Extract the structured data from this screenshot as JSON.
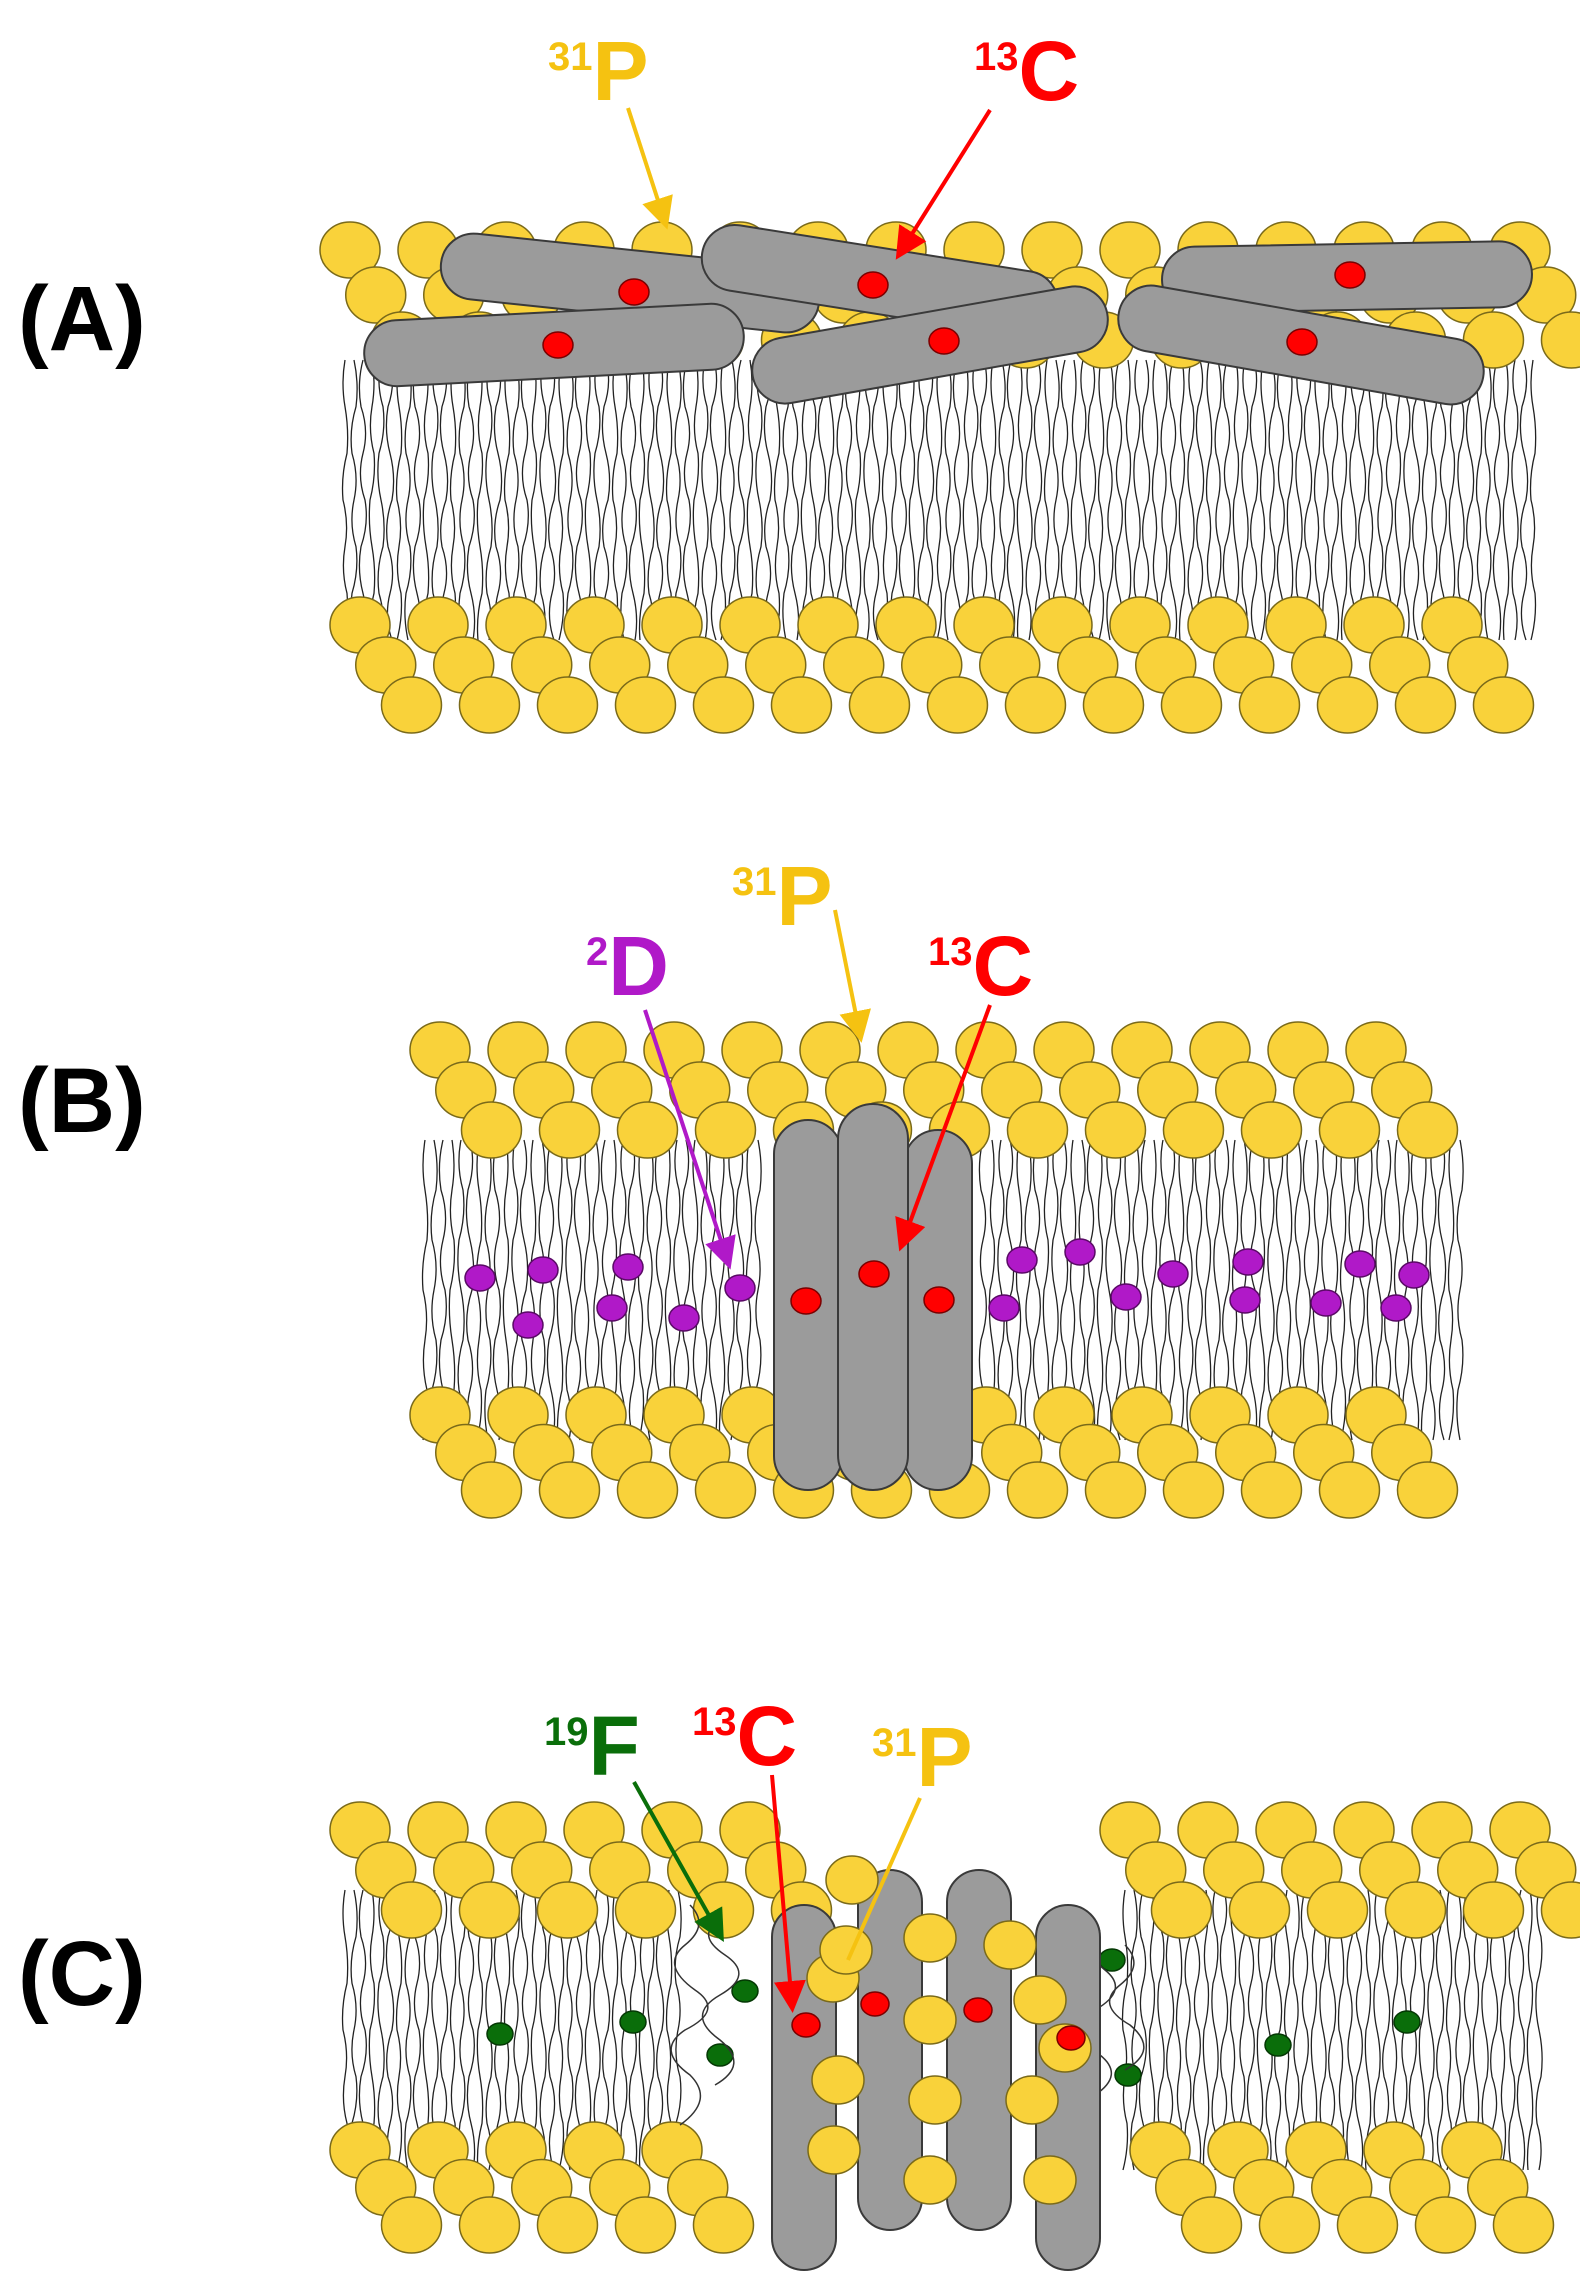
{
  "colors": {
    "lipid_head": "#f9d23a",
    "lipid_head_stroke": "#7a6a1a",
    "peptide": "#9b9b9b",
    "peptide_stroke": "#3a3a3a",
    "carbon_label": "#ff0000",
    "phosphorus_label": "#f5c211",
    "deuterium_label": "#b019c8",
    "fluorine_label": "#0a6e0a",
    "tail": "#222222"
  },
  "panels": [
    {
      "label": "(A)",
      "labels": [
        {
          "mass": "31",
          "element": "P",
          "color": "#f5c211"
        },
        {
          "mass": "13",
          "element": "C",
          "color": "#ff0000"
        }
      ]
    },
    {
      "label": "(B)",
      "labels": [
        {
          "mass": "2",
          "element": "D",
          "color": "#b019c8"
        },
        {
          "mass": "31",
          "element": "P",
          "color": "#f5c211"
        },
        {
          "mass": "13",
          "element": "C",
          "color": "#ff0000"
        }
      ]
    },
    {
      "label": "(C)",
      "labels": [
        {
          "mass": "19",
          "element": "F",
          "color": "#0a6e0a"
        },
        {
          "mass": "13",
          "element": "C",
          "color": "#ff0000"
        },
        {
          "mass": "31",
          "element": "P",
          "color": "#f5c211"
        }
      ]
    }
  ]
}
